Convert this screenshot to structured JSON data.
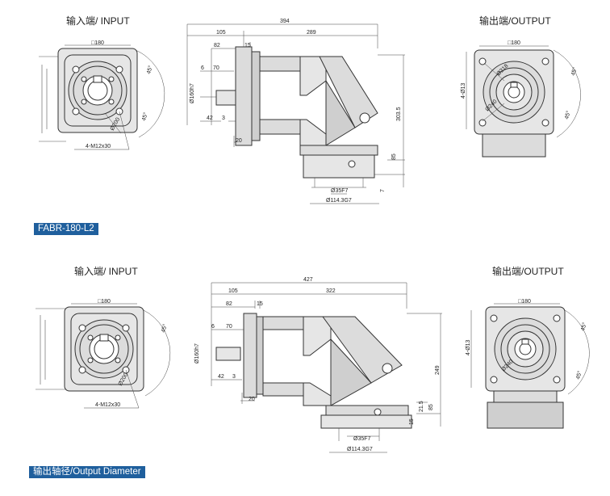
{
  "section1": {
    "badge": "FABR-180-L2",
    "input_title": "输入端/ INPUT",
    "output_title": "输出端/OUTPUT",
    "input": {
      "square": "□180",
      "angle": "45°",
      "angle2": "45°",
      "pcd": "Ø200",
      "thread": "4-M12x30"
    },
    "side": {
      "total": "394",
      "d105": "105",
      "d289": "289",
      "d82": "82",
      "d15": "15",
      "d6": "6",
      "d70": "70",
      "dia160": "Ø160h7",
      "d42": "42",
      "d3": "3",
      "d20": "20",
      "h303": "303.5",
      "d85": "85",
      "d7": "7",
      "dia35": "Ø35F7",
      "dia114": "Ø114.3G7"
    },
    "output": {
      "square": "□180",
      "holes": "4-Ø13",
      "d218": "Ø218",
      "d240": "Ø240",
      "angle": "45°",
      "angle2": "45°"
    }
  },
  "section2": {
    "badge": "输出轴径/Output Diameter",
    "input_title": "输入端/ INPUT",
    "output_title": "输出端/OUTPUT",
    "input": {
      "square": "□180",
      "angle": "45°",
      "pcd": "Ø200",
      "thread": "4-M12x30"
    },
    "side": {
      "total": "427",
      "d105": "105",
      "d322": "322",
      "d82": "82",
      "d15": "15",
      "d6": "6",
      "d70": "70",
      "dia160": "Ø160h7",
      "d42": "42",
      "d3": "3",
      "d20": "20",
      "h249": "249",
      "d21": "21.5",
      "d85": "85",
      "d15b": "15",
      "dia35": "Ø35F7",
      "dia114": "Ø114.3G7"
    },
    "output": {
      "square": "□180",
      "holes": "4-Ø13",
      "d240": "Ø240",
      "angle": "45°",
      "angle2": "45°"
    }
  },
  "colors": {
    "badge_bg": "#1f5f9d",
    "line": "#333333",
    "fill": "#dcdcdc"
  }
}
